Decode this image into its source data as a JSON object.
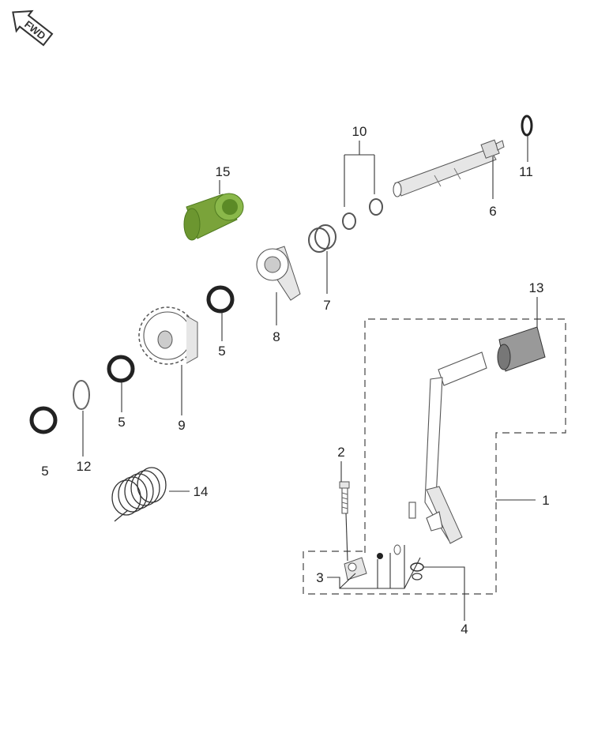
{
  "fwd_badge": {
    "text": "FWD"
  },
  "callouts": [
    {
      "id": "c1",
      "text": "1"
    },
    {
      "id": "c2",
      "text": "2"
    },
    {
      "id": "c3",
      "text": "3"
    },
    {
      "id": "c4",
      "text": "4"
    },
    {
      "id": "c5a",
      "text": "5"
    },
    {
      "id": "c5b",
      "text": "5"
    },
    {
      "id": "c5c",
      "text": "5"
    },
    {
      "id": "c6",
      "text": "6"
    },
    {
      "id": "c7",
      "text": "7"
    },
    {
      "id": "c8",
      "text": "8"
    },
    {
      "id": "c9",
      "text": "9"
    },
    {
      "id": "c10",
      "text": "10"
    },
    {
      "id": "c11",
      "text": "11"
    },
    {
      "id": "c12",
      "text": "12"
    },
    {
      "id": "c13",
      "text": "13"
    },
    {
      "id": "c14",
      "text": "14"
    },
    {
      "id": "c15",
      "text": "15"
    }
  ],
  "colors": {
    "highlight": "#7aa33a",
    "highlight_dark": "#4f7a1f",
    "line": "#333333"
  },
  "icons": {
    "fwd": "fwd-arrow-icon"
  }
}
